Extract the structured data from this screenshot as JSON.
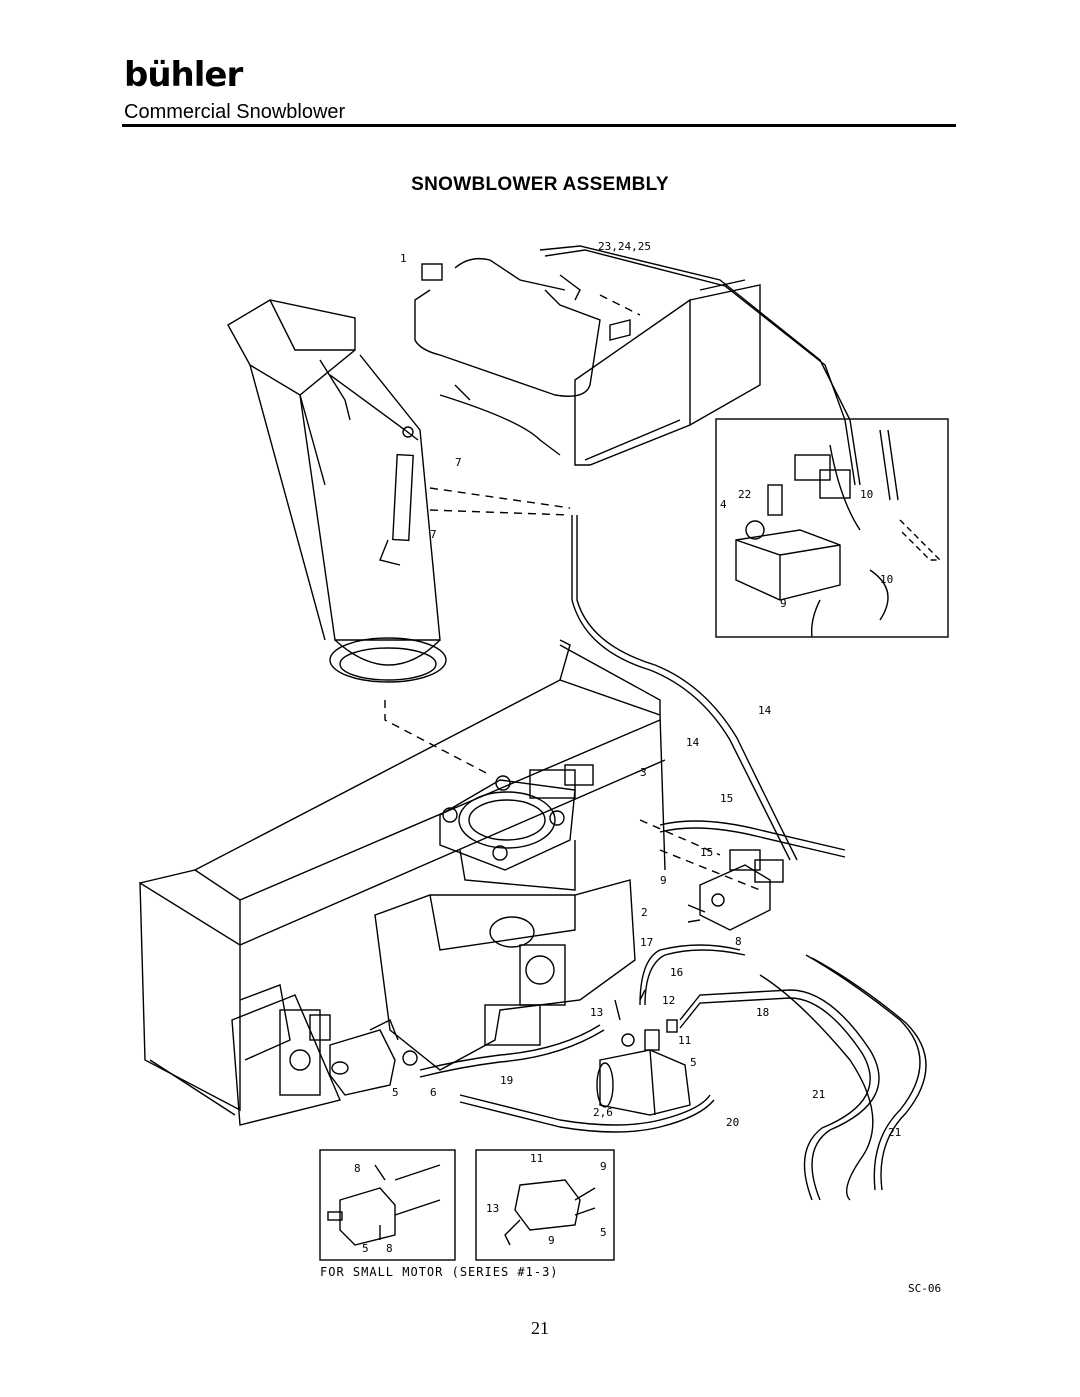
{
  "header": {
    "brand": "bühler",
    "subtitle": "Commercial Snowblower"
  },
  "page_title": "SNOWBLOWER ASSEMBLY",
  "callouts": [
    "1",
    "23,24,25",
    "7",
    "7",
    "4",
    "22",
    "10",
    "10",
    "9",
    "14",
    "14",
    "3",
    "15",
    "15",
    "9",
    "2",
    "8",
    "17",
    "16",
    "12",
    "13",
    "11",
    "5",
    "18",
    "19",
    "5",
    "6",
    "2,6",
    "20",
    "21",
    "21"
  ],
  "inset_small_motor": {
    "left_callouts": [
      "8",
      "5",
      "8"
    ],
    "right_callouts": [
      "11",
      "9",
      "13",
      "9",
      "5"
    ],
    "caption": "FOR SMALL MOTOR (SERIES #1-3)"
  },
  "drawing_code": "SC-06",
  "page_number": "21"
}
